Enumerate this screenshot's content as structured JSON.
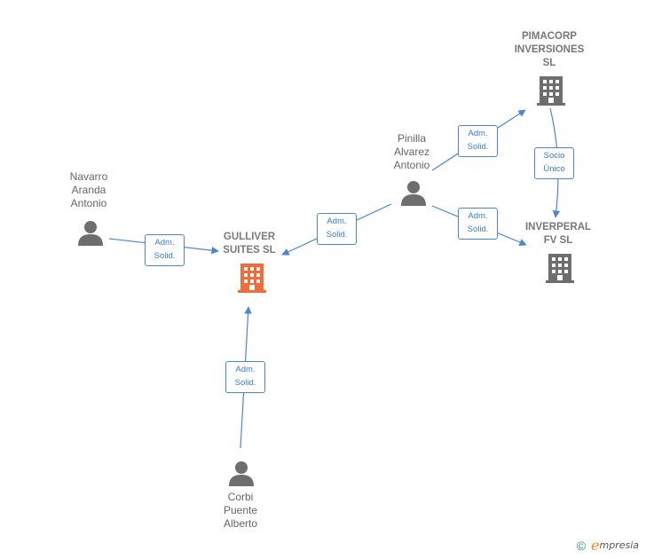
{
  "colors": {
    "accent": "#4a86d4",
    "person": "#6e6e6e",
    "company": "#6e6e6e",
    "main_company": "#f26c3a"
  },
  "nodes": {
    "gulliver": {
      "label": "GULLIVER\nSUITES  SL",
      "icon": "building-icon"
    },
    "pimacorp": {
      "label": "PIMACORP\nINVERSIONES\nSL",
      "icon": "building-icon"
    },
    "inverperal": {
      "label": "INVERPERAL\nFV  SL",
      "icon": "building-icon"
    },
    "navarro": {
      "label": "Navarro\nAranda\nAntonio",
      "icon": "person-icon"
    },
    "pinilla": {
      "label": "Pinilla\nAlvarez\nAntonio",
      "icon": "person-icon"
    },
    "corbi": {
      "label": "Corbi\nPuente\nAlberto",
      "icon": "person-icon"
    }
  },
  "edges": {
    "navarro_gulliver": "Adm.\nSolid.",
    "pinilla_gulliver": "Adm.\nSolid.",
    "corbi_gulliver": "Adm.\nSolid.",
    "pinilla_pimacorp": "Adm.\nSolid.",
    "pinilla_inverperal": "Adm.\nSolid.",
    "pimacorp_inverperal": "Socio\nÚnico"
  },
  "footer": {
    "copyright_symbol": "©",
    "brand_initial": "e",
    "brand_rest": "mpresia"
  }
}
